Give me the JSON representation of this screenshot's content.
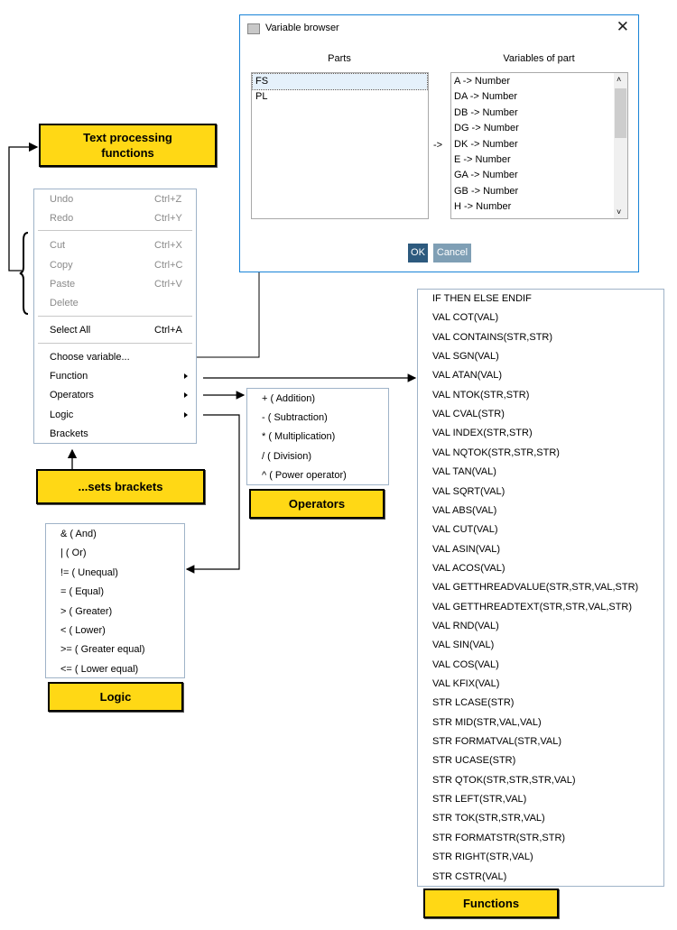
{
  "dialog": {
    "title": "Variable browser",
    "close_icon": "close-icon",
    "parts_label": "Parts",
    "variables_label": "Variables of part",
    "arrow_text": "->",
    "parts": [
      "FS",
      "PL"
    ],
    "selected_part": "FS",
    "variables": [
      "A -> Number",
      "DA -> Number",
      "DB -> Number",
      "DG -> Number",
      "DK -> Number",
      "E -> Number",
      "GA -> Number",
      "GB -> Number",
      "H -> Number"
    ],
    "ok_label": "OK",
    "cancel_label": "Cancel",
    "ok_color": "#2d5a7e",
    "cancel_color": "#7f9fb5"
  },
  "context_menu": {
    "items": [
      {
        "label": "Undo",
        "shortcut": "Ctrl+Z",
        "disabled": true
      },
      {
        "label": "Redo",
        "shortcut": "Ctrl+Y",
        "disabled": true
      },
      {
        "label": "Cut",
        "shortcut": "Ctrl+X",
        "disabled": true
      },
      {
        "label": "Copy",
        "shortcut": "Ctrl+C",
        "disabled": true
      },
      {
        "label": "Paste",
        "shortcut": "Ctrl+V",
        "disabled": true
      },
      {
        "label": "Delete",
        "shortcut": "",
        "disabled": true
      },
      {
        "label": "Select All",
        "shortcut": "Ctrl+A",
        "disabled": false
      },
      {
        "label": "Choose variable...",
        "shortcut": "",
        "disabled": false
      },
      {
        "label": "Function",
        "shortcut": "",
        "disabled": false,
        "submenu": true
      },
      {
        "label": "Operators",
        "shortcut": "",
        "disabled": false,
        "submenu": true
      },
      {
        "label": "Logic",
        "shortcut": "",
        "disabled": false,
        "submenu": true
      },
      {
        "label": "Brackets",
        "shortcut": "",
        "disabled": false
      }
    ]
  },
  "operators_menu": [
    "+ ( Addition)",
    "- ( Subtraction)",
    "* ( Multiplication)",
    "/ ( Division)",
    "^ ( Power operator)"
  ],
  "logic_menu": [
    "& ( And)",
    "| ( Or)",
    "!= ( Unequal)",
    "= ( Equal)",
    "> ( Greater)",
    "< ( Lower)",
    ">= ( Greater equal)",
    "<= ( Lower equal)"
  ],
  "functions_menu": [
    "IF THEN ELSE ENDIF",
    "VAL COT(VAL)",
    "VAL CONTAINS(STR,STR)",
    "VAL SGN(VAL)",
    "VAL ATAN(VAL)",
    "VAL NTOK(STR,STR)",
    "VAL CVAL(STR)",
    "VAL INDEX(STR,STR)",
    "VAL NQTOK(STR,STR,STR)",
    "VAL TAN(VAL)",
    "VAL SQRT(VAL)",
    "VAL ABS(VAL)",
    "VAL CUT(VAL)",
    "VAL ASIN(VAL)",
    "VAL ACOS(VAL)",
    "VAL GETTHREADVALUE(STR,STR,VAL,STR)",
    "VAL GETTHREADTEXT(STR,STR,VAL,STR)",
    "VAL RND(VAL)",
    "VAL SIN(VAL)",
    "VAL COS(VAL)",
    "VAL KFIX(VAL)",
    "STR LCASE(STR)",
    "STR MID(STR,VAL,VAL)",
    "STR FORMATVAL(STR,VAL)",
    "STR UCASE(STR)",
    "STR QTOK(STR,STR,STR,VAL)",
    "STR LEFT(STR,VAL)",
    "STR TOK(STR,STR,VAL)",
    "STR FORMATSTR(STR,STR)",
    "STR RIGHT(STR,VAL)",
    "STR CSTR(VAL)"
  ],
  "callouts": {
    "text_processing": "Text processing functions",
    "sets_brackets": "...sets brackets",
    "operators": "Operators",
    "logic": "Logic",
    "functions": "Functions",
    "color": "#ffd815"
  }
}
